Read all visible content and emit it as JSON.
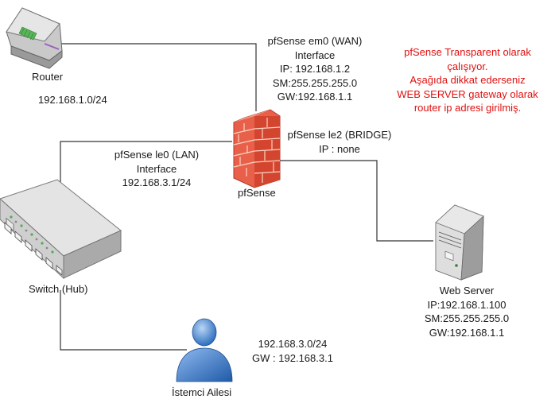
{
  "router": {
    "label": "Router",
    "network": "192.168.1.0/24"
  },
  "wan_interface": {
    "lines": [
      "pfSense em0 (WAN)",
      "Interface",
      "IP: 192.168.1.2",
      "SM:255.255.255.0",
      "GW:192.168.1.1"
    ]
  },
  "firewall": {
    "label": "pfSense"
  },
  "bridge_interface": {
    "lines": [
      "pfSense le2 (BRIDGE)",
      "IP : none"
    ]
  },
  "lan_interface": {
    "lines": [
      "pfSense le0 (LAN)",
      "Interface",
      "192.168.3.1/24"
    ]
  },
  "switch": {
    "label": "Switch (Hub)"
  },
  "web_server": {
    "lines": [
      "Web Server",
      "IP:192.168.1.100",
      "SM:255.255.255.0",
      "GW:192.168.1.1"
    ]
  },
  "client": {
    "label": "İstemci Ailesi",
    "lines": [
      "192.168.3.0/24",
      "GW : 192.168.3.1"
    ]
  },
  "note": {
    "lines": [
      "pfSense Transparent olarak",
      "çalışıyor.",
      "Aşağıda dikkat ederseniz",
      "WEB SERVER gateway olarak",
      "router ip adresi girilmiş."
    ],
    "color": "#e01010"
  },
  "colors": {
    "line": "#333333",
    "firewall": "#e8604a",
    "firewall_mortar": "#fbd3c4"
  }
}
